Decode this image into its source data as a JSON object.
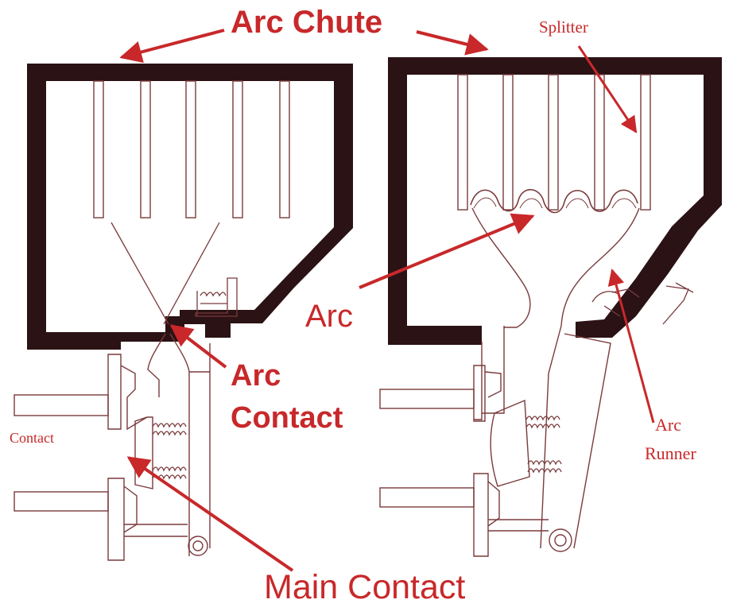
{
  "colors": {
    "label": "#c8282a",
    "frame": "#2b1214",
    "line": "#7a3a3c"
  },
  "labels": {
    "arc_chute": "Arc Chute",
    "splitter": "Splitter",
    "arc": "Arc",
    "arc_contact_line1": "Arc",
    "arc_contact_line2": "Contact",
    "contact": "Contact",
    "arc_runner_line1": "Arc",
    "arc_runner_line2": "Runner",
    "main_contact": "Main Contact"
  }
}
